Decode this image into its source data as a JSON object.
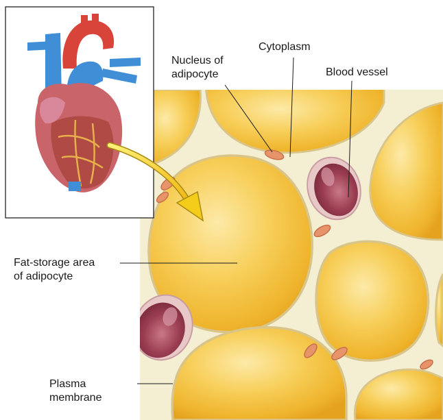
{
  "figure": {
    "type": "anatomical-illustration",
    "subject": "adipose tissue",
    "colors": {
      "fat_globule": "#f2b731",
      "fat_highlight": "#fde9a6",
      "cytoplasm": "#f6f0d6",
      "nucleus": "#e7946a",
      "blood_vessel": "#9b3d52",
      "arrow": "#f4cc1a"
    }
  },
  "labels": {
    "nucleus": [
      "Nucleus of",
      "adipocyte"
    ],
    "cytoplasm": "Cytoplasm",
    "blood_vessel": "Blood vessel",
    "fat_storage": [
      "Fat-storage area",
      "of adipocyte"
    ],
    "plasma_membrane": [
      "Plasma",
      "membrane"
    ]
  }
}
